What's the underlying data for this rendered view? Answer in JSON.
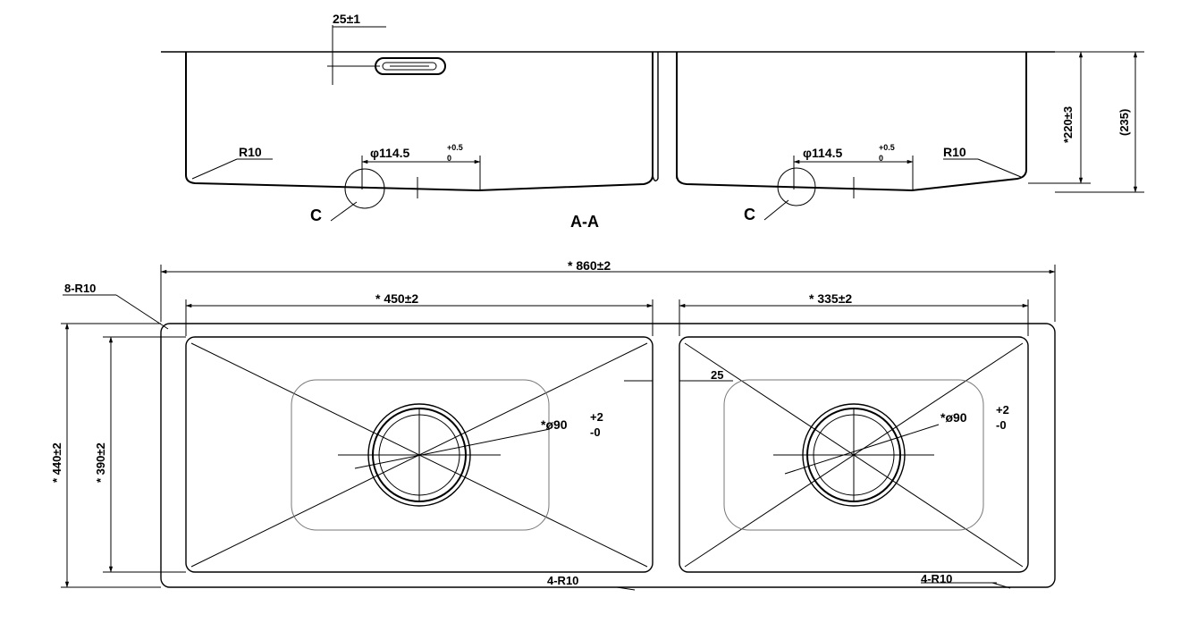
{
  "section": {
    "title": "A-A",
    "top_offset": "25±1",
    "left_drain_dia": "φ114.5",
    "left_drain_tol_upper": "+0.5",
    "left_drain_tol_lower": "0",
    "right_drain_dia": "φ114.5",
    "right_drain_tol_upper": "+0.5",
    "right_drain_tol_lower": "0",
    "left_radius": "R10",
    "right_radius": "R10",
    "left_detail": "C",
    "right_detail": "C",
    "depth": "*220±3",
    "overall_height": "(235)"
  },
  "plan": {
    "overall_width": "* 860±2",
    "left_bowl_width": "* 450±2",
    "right_bowl_width": "* 335±2",
    "divider_width": "25",
    "corner_radius_outer": "8-R10",
    "overall_depth": "* 440±2",
    "bowl_depth": "* 390±2",
    "left_drain": "*ø90",
    "left_drain_tol_upper": "+2",
    "left_drain_tol_lower": "-0",
    "right_drain": "*ø90",
    "right_drain_tol_upper": "+2",
    "right_drain_tol_lower": "-0",
    "left_corner_radius": "4-R10",
    "right_corner_radius": "4-R10"
  }
}
